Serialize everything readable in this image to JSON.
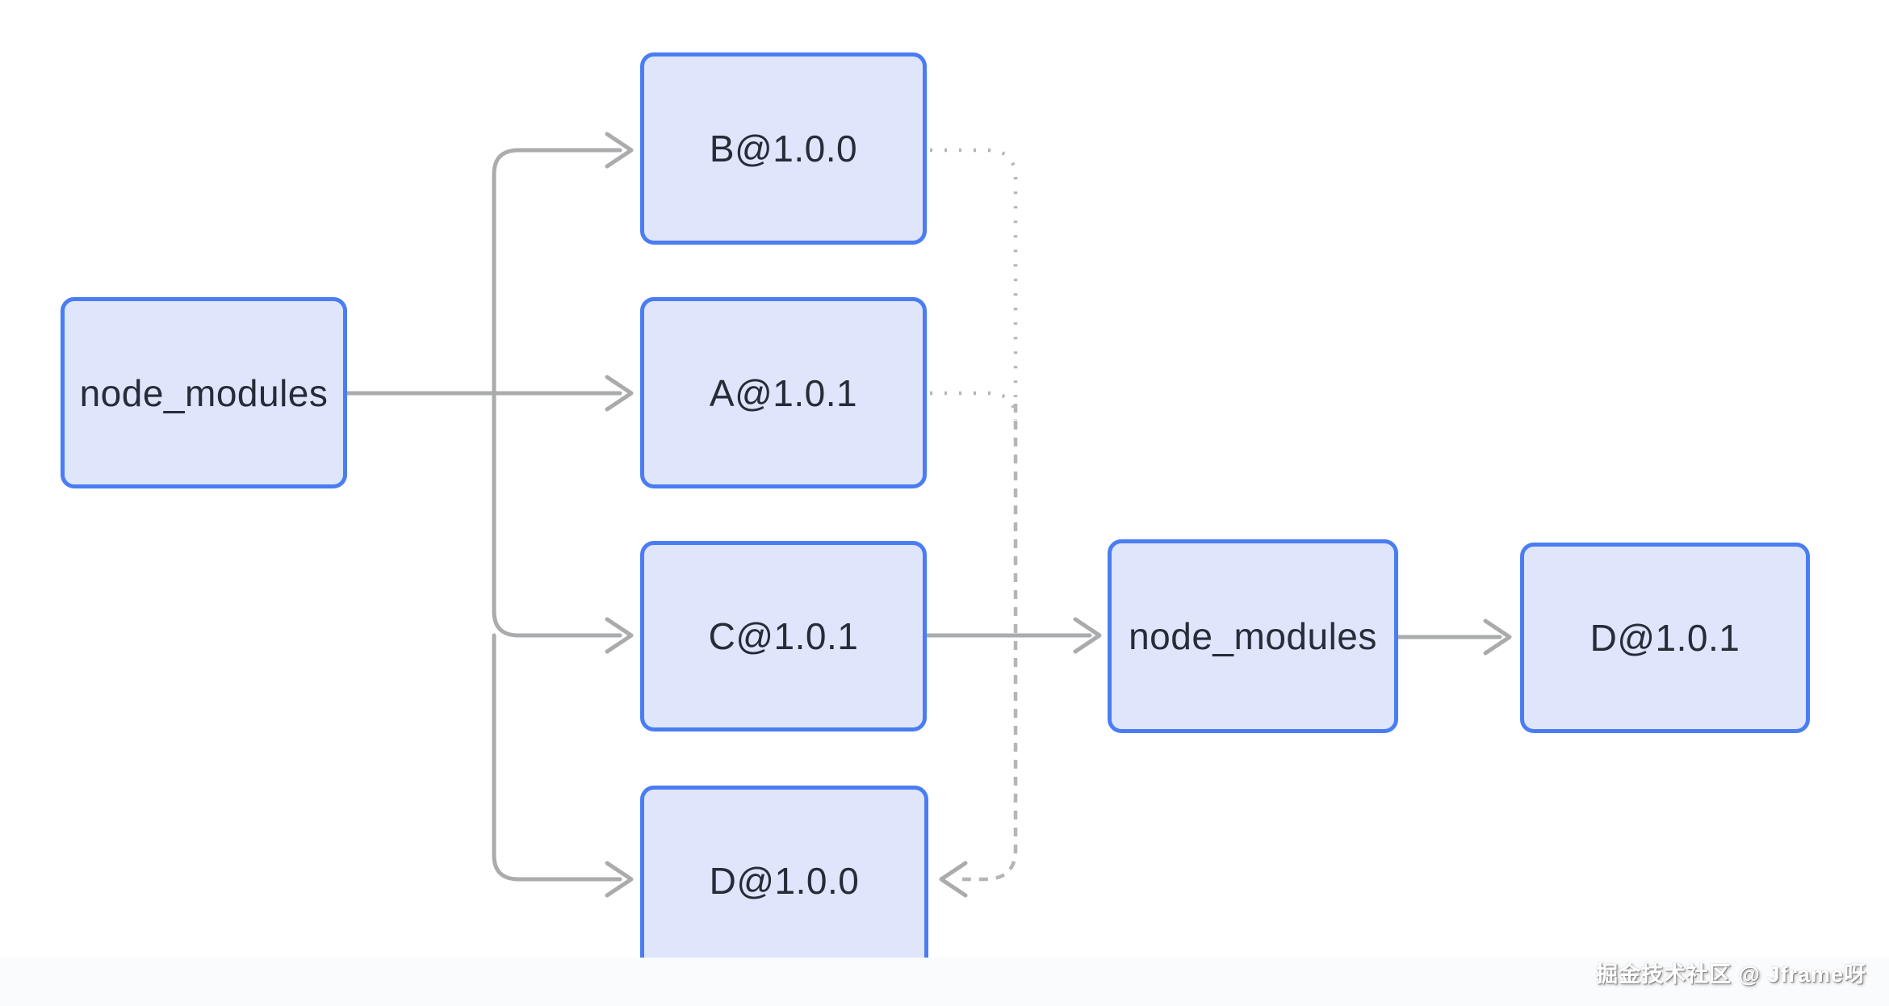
{
  "diagram": {
    "nodes": {
      "root": {
        "label": "node_modules"
      },
      "b": {
        "label": "B@1.0.0"
      },
      "a": {
        "label": "A@1.0.1"
      },
      "c": {
        "label": "C@1.0.1"
      },
      "d0": {
        "label": "D@1.0.0"
      },
      "nm2": {
        "label": "node_modules"
      },
      "d1": {
        "label": "D@1.0.1"
      }
    },
    "edges": [
      {
        "from": "node_modules",
        "to": "B@1.0.0",
        "style": "solid-arrow"
      },
      {
        "from": "node_modules",
        "to": "A@1.0.1",
        "style": "solid-arrow"
      },
      {
        "from": "node_modules",
        "to": "C@1.0.1",
        "style": "solid-arrow"
      },
      {
        "from": "node_modules",
        "to": "D@1.0.0",
        "style": "solid-arrow"
      },
      {
        "from": "C@1.0.1",
        "to": "node_modules",
        "style": "solid-arrow"
      },
      {
        "from": "node_modules",
        "to": "D@1.0.1",
        "style": "solid-arrow"
      },
      {
        "from": "B@1.0.0",
        "to": "D@1.0.0",
        "style": "dotted-arrow"
      },
      {
        "from": "A@1.0.1",
        "to": "D@1.0.0",
        "style": "dotted-arrow"
      }
    ]
  },
  "watermark": {
    "text": "掘金技术社区 @ Jframe呀"
  },
  "colors": {
    "node_fill": "#dfe5fb",
    "node_border": "#4a7df2",
    "text_color": "#262c38",
    "edge_solid": "#a9abad",
    "edge_dotted": "#b3b5b7",
    "bg": "#ffffff",
    "watermark": "#ffffff"
  }
}
